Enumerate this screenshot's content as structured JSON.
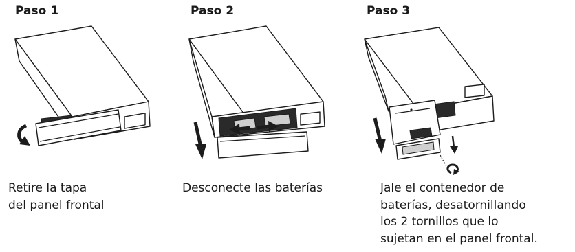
{
  "steps": [
    {
      "title": "Paso 1",
      "desc_lines": [
        "Retire la tapa",
        "del panel frontal"
      ]
    },
    {
      "title": "Paso 2",
      "desc_lines": [
        "Desconecte las baterías"
      ]
    },
    {
      "title": "Paso 3",
      "desc_lines": [
        "Jale el contenedor de",
        "baterías, desatornillando",
        "los 2 tornillos que lo",
        "sujetan en el panel frontal."
      ]
    }
  ]
}
